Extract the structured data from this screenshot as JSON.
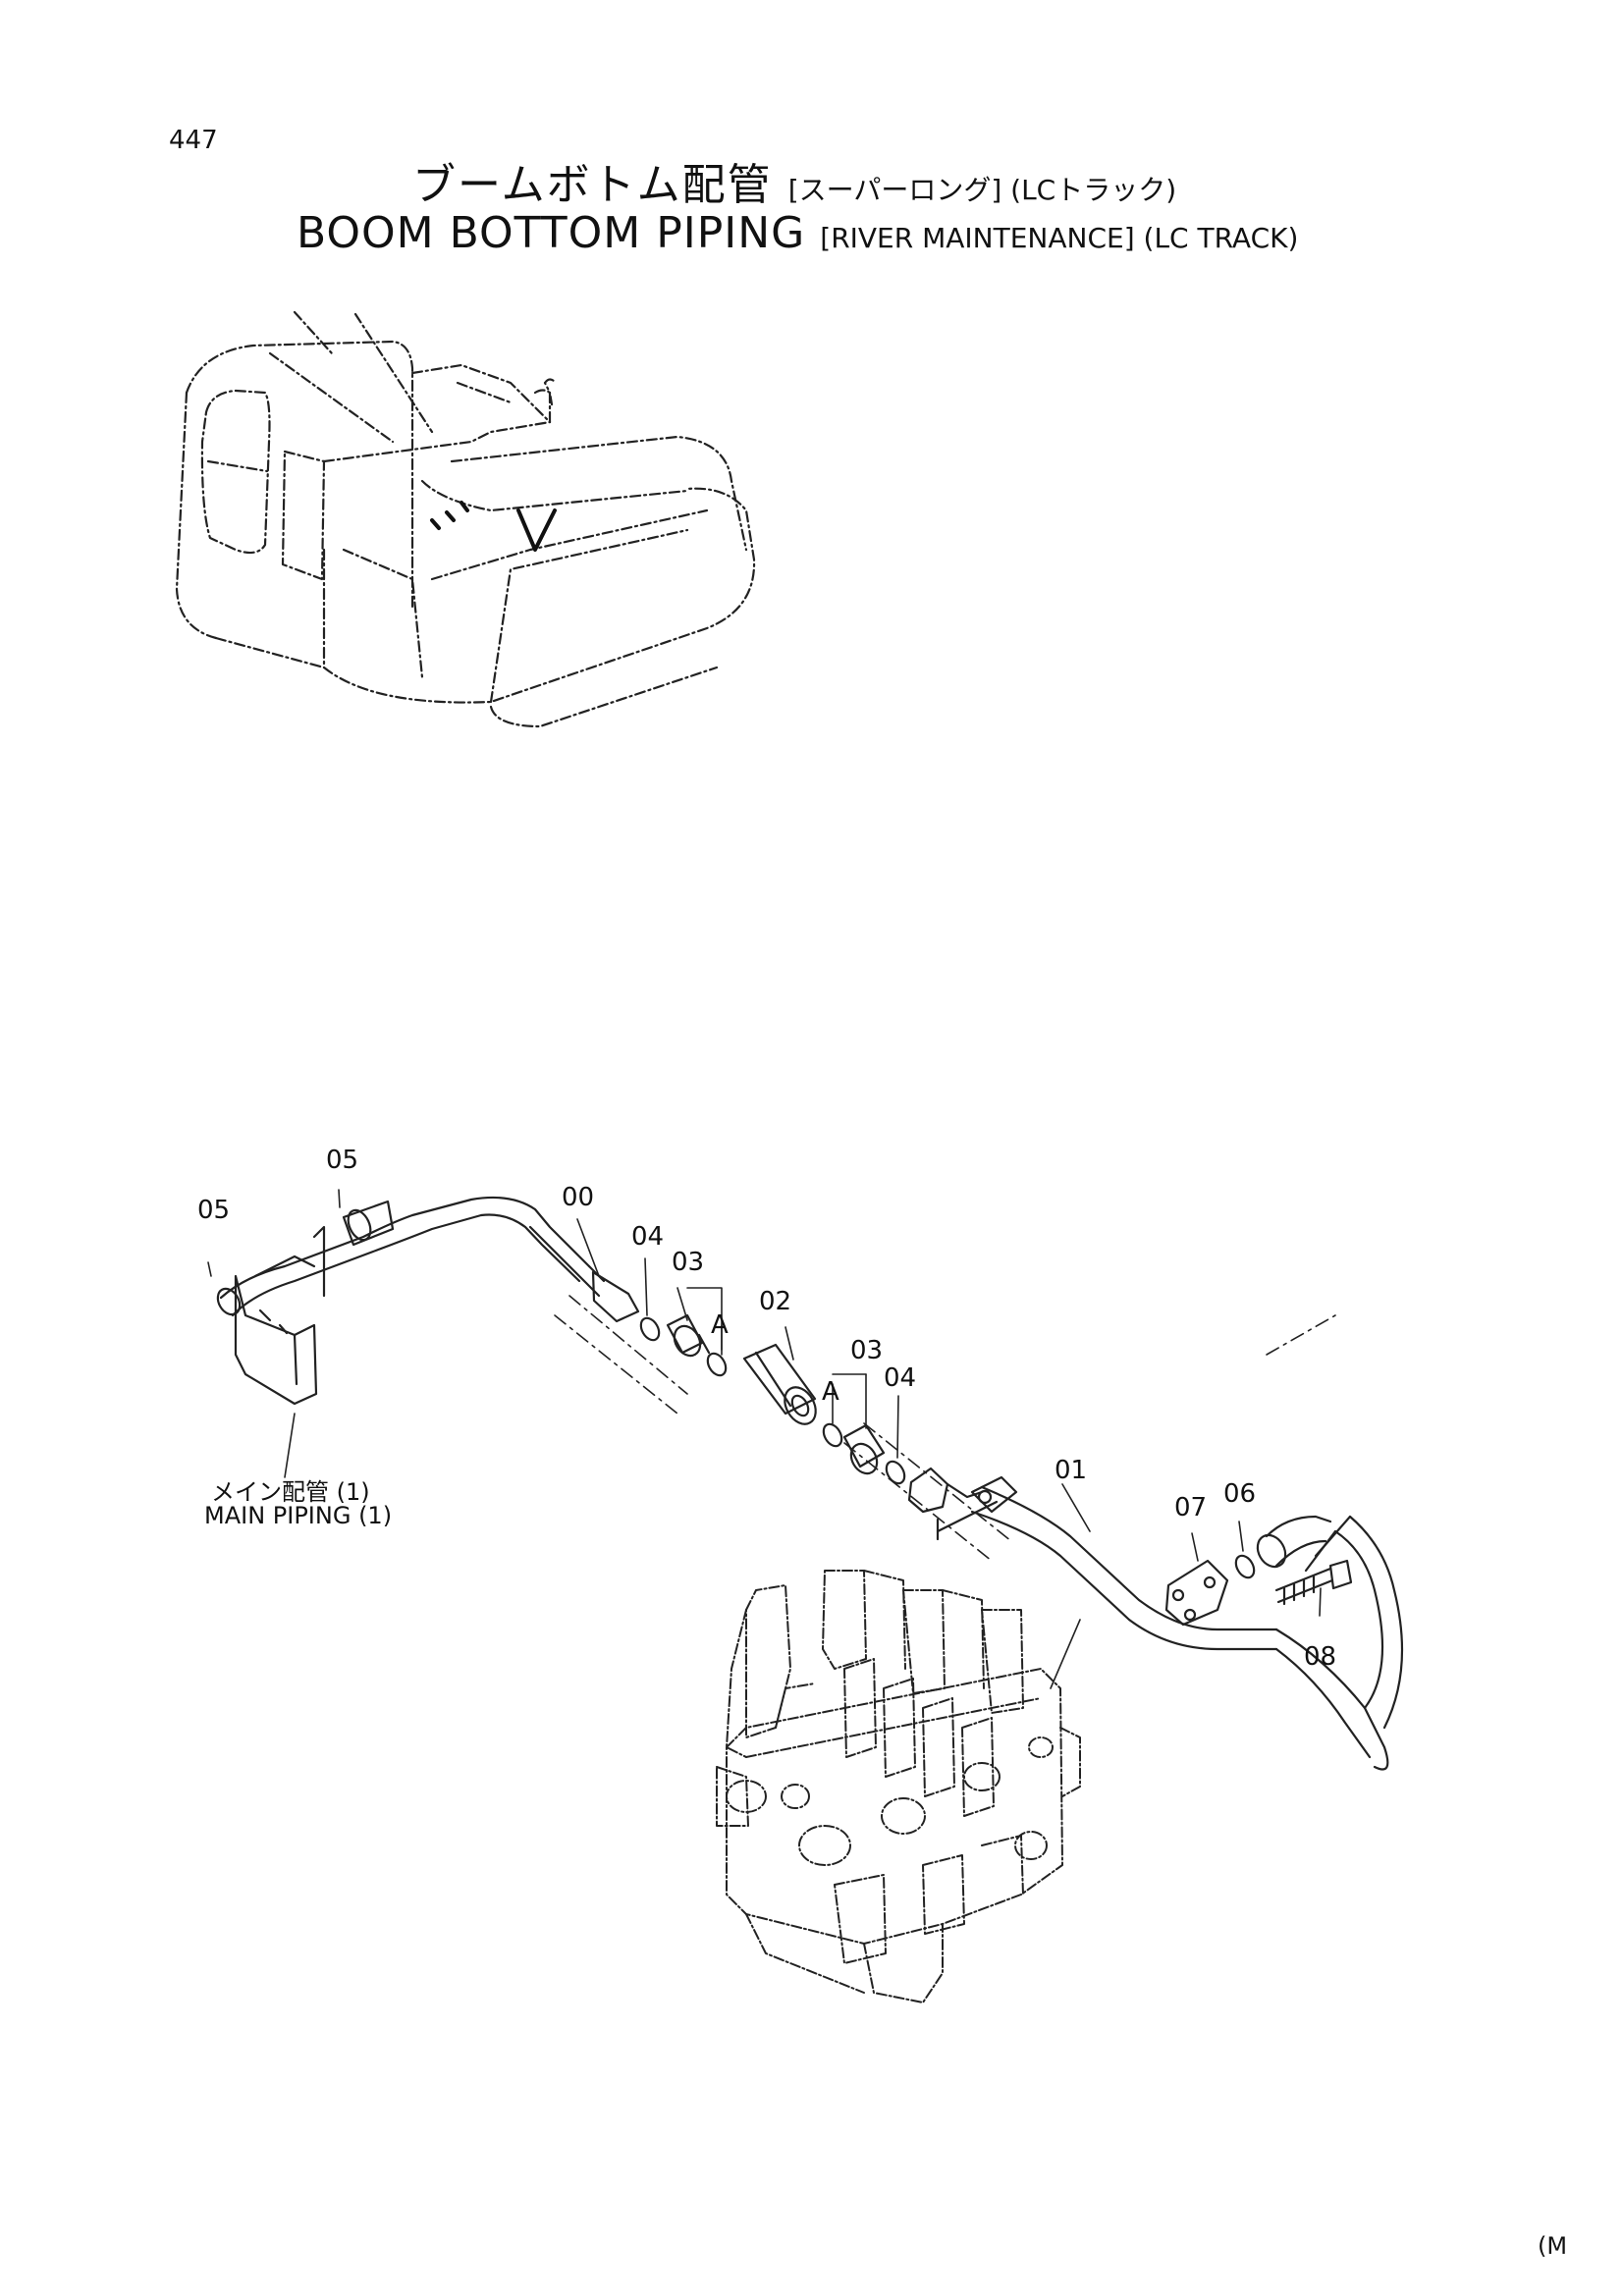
{
  "header": {
    "page_number": "447",
    "title_jp": "ブームボトム配管",
    "title_jp_suffix": "[スーパーロング] (LCトラック)",
    "title_en": "BOOM BOTTOM PIPING",
    "title_en_suffix": "[RIVER MAINTENANCE] (LC TRACK)"
  },
  "callouts": {
    "c05a": "05",
    "c05b": "05",
    "c00": "00",
    "c04a": "04",
    "c03a": "03",
    "cAa": "A",
    "c02": "02",
    "c03b": "03",
    "cAb": "A",
    "c04b": "04",
    "c01": "01",
    "c07": "07",
    "c06": "06",
    "c08": "08"
  },
  "reference": {
    "label_jp": "メイン配管 (1)",
    "label_en": "MAIN PIPING (1)"
  },
  "footer": {
    "corner_mark": "(M"
  }
}
